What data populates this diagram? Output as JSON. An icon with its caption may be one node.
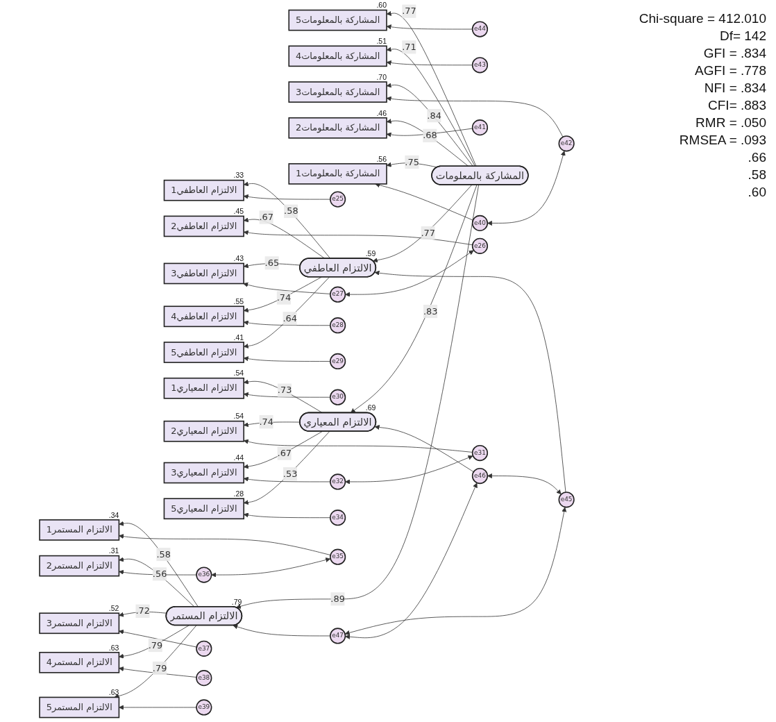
{
  "diagram": {
    "nodes": [
      {
        "text": [
          "الالتزام العاطفي"
        ],
        "beside": [
          ".59"
        ]
      },
      {
        "text": [
          "الالتزام المعياري"
        ],
        "beside": [
          ".69"
        ]
      },
      {
        "text": [
          "الالتزام المستمر"
        ],
        "beside": [
          ".79"
        ]
      },
      {
        "text": [
          "المشاركة بالمعلومات"
        ]
      },
      {
        "text": [
          "الالتزام العاطفي1"
        ],
        "beside": [
          ".33"
        ]
      },
      {
        "text": [
          "الالتزام العاطفي2"
        ],
        "beside": [
          ".45"
        ]
      },
      {
        "text": [
          "الالتزام العاطفي3"
        ],
        "beside": [
          ".43"
        ]
      },
      {
        "text": [
          "الالتزام العاطفي4"
        ],
        "beside": [
          ".55"
        ]
      },
      {
        "text": [
          "الالتزام العاطفي5"
        ],
        "beside": [
          ".41"
        ]
      },
      {
        "text": [
          "الالتزام المعياري1"
        ],
        "beside": [
          ".54"
        ]
      },
      {
        "text": [
          "الالتزام المعياري2"
        ],
        "beside": [
          ".54"
        ]
      },
      {
        "text": [
          "الالتزام المعياري3"
        ],
        "beside": [
          ".44"
        ]
      },
      {
        "text": [
          "الالتزام المعياري5"
        ],
        "beside": [
          ".28"
        ]
      },
      {
        "text": [
          "الالتزام المستمر1"
        ],
        "beside": [
          ".34"
        ]
      },
      {
        "text": [
          "الالتزام المستمر2"
        ],
        "beside": [
          ".31"
        ]
      },
      {
        "text": [
          "الالتزام المستمر3"
        ],
        "beside": [
          ".52"
        ]
      },
      {
        "text": [
          "الالتزام المستمر4"
        ],
        "beside": [
          ".63"
        ]
      },
      {
        "text": [
          "الالتزام المستمر5"
        ],
        "beside": [
          ".63"
        ]
      },
      {
        "text": [
          "المشاركة بالمعلومات5"
        ],
        "beside": [
          ".60"
        ]
      },
      {
        "text": [
          "المشاركة بالمعلومات4"
        ],
        "beside": [
          ".51"
        ]
      },
      {
        "text": [
          "المشاركة بالمعلومات3"
        ],
        "beside": [
          ".70"
        ]
      },
      {
        "text": [
          "المشاركة بالمعلومات2"
        ],
        "beside": [
          ".46"
        ]
      },
      {
        "text": [
          "المشاركة بالمعلومات1"
        ],
        "beside": [
          ".56"
        ]
      },
      {
        "text": [
          "e25"
        ]
      },
      {
        "text": [
          "e26"
        ]
      },
      {
        "text": [
          "e27"
        ]
      },
      {
        "text": [
          "e28"
        ]
      },
      {
        "text": [
          "e29"
        ]
      },
      {
        "text": [
          "e30"
        ]
      },
      {
        "text": [
          "e31"
        ]
      },
      {
        "text": [
          "e32"
        ]
      },
      {
        "text": [
          "e34"
        ]
      },
      {
        "text": [
          "e35"
        ]
      },
      {
        "text": [
          "e36"
        ]
      },
      {
        "text": [
          "e37"
        ]
      },
      {
        "text": [
          "e38"
        ]
      },
      {
        "text": [
          "e39"
        ]
      },
      {
        "text": [
          "e44"
        ]
      },
      {
        "text": [
          "e43"
        ]
      },
      {
        "text": [
          "e42"
        ]
      },
      {
        "text": [
          "e41"
        ]
      },
      {
        "text": [
          "e40"
        ]
      },
      {
        "text": [
          "e45"
        ]
      },
      {
        "text": [
          "e46"
        ]
      },
      {
        "text": [
          "e47"
        ]
      }
    ],
    "edges": [
      {
        "from": 3,
        "to": 0,
        "arrow": "to",
        "label": ".77"
      },
      {
        "from": 3,
        "to": 1,
        "arrow": "to",
        "label": ".83"
      },
      {
        "from": 3,
        "to": 2,
        "arrow": "to",
        "label": ".89"
      },
      {
        "from": 0,
        "to": 4,
        "arrow": "to",
        "label": ".58"
      },
      {
        "from": 0,
        "to": 5,
        "arrow": "to",
        "label": ".67"
      },
      {
        "from": 0,
        "to": 6,
        "arrow": "to",
        "label": ".65"
      },
      {
        "from": 0,
        "to": 7,
        "arrow": "to",
        "label": ".74"
      },
      {
        "from": 0,
        "to": 8,
        "arrow": "to",
        "label": ".64"
      },
      {
        "from": 1,
        "to": 9,
        "arrow": "to",
        "label": ".73"
      },
      {
        "from": 1,
        "to": 10,
        "arrow": "to",
        "label": ".74"
      },
      {
        "from": 1,
        "to": 11,
        "arrow": "to",
        "label": ".67"
      },
      {
        "from": 1,
        "to": 12,
        "arrow": "to",
        "label": ".53"
      },
      {
        "from": 2,
        "to": 13,
        "arrow": "to",
        "label": ".58"
      },
      {
        "from": 2,
        "to": 14,
        "arrow": "to",
        "label": ".56"
      },
      {
        "from": 2,
        "to": 15,
        "arrow": "to",
        "label": ".72"
      },
      {
        "from": 2,
        "to": 16,
        "arrow": "to",
        "label": ".79"
      },
      {
        "from": 2,
        "to": 17,
        "arrow": "to",
        "label": ".79"
      },
      {
        "from": 3,
        "to": 18,
        "arrow": "to",
        "label": ".77"
      },
      {
        "from": 3,
        "to": 19,
        "arrow": "to",
        "label": ".71"
      },
      {
        "from": 3,
        "to": 20,
        "arrow": "to",
        "label": ".84"
      },
      {
        "from": 3,
        "to": 21,
        "arrow": "to",
        "label": ".68"
      },
      {
        "from": 3,
        "to": 22,
        "arrow": "to",
        "label": ".75"
      },
      {
        "from": 23,
        "to": 4,
        "arrow": "to"
      },
      {
        "from": 24,
        "to": 5,
        "arrow": "to"
      },
      {
        "from": 25,
        "to": 6,
        "arrow": "to"
      },
      {
        "from": 26,
        "to": 7,
        "arrow": "to"
      },
      {
        "from": 27,
        "to": 8,
        "arrow": "to"
      },
      {
        "from": 28,
        "to": 9,
        "arrow": "to"
      },
      {
        "from": 29,
        "to": 10,
        "arrow": "to"
      },
      {
        "from": 30,
        "to": 11,
        "arrow": "to"
      },
      {
        "from": 31,
        "to": 12,
        "arrow": "to"
      },
      {
        "from": 32,
        "to": 13,
        "arrow": "to"
      },
      {
        "from": 33,
        "to": 14,
        "arrow": "to"
      },
      {
        "from": 34,
        "to": 15,
        "arrow": "to"
      },
      {
        "from": 35,
        "to": 16,
        "arrow": "to"
      },
      {
        "from": 36,
        "to": 17,
        "arrow": "to"
      },
      {
        "from": 37,
        "to": 18,
        "arrow": "to"
      },
      {
        "from": 38,
        "to": 19,
        "arrow": "to"
      },
      {
        "from": 39,
        "to": 20,
        "arrow": "to"
      },
      {
        "from": 40,
        "to": 21,
        "arrow": "to"
      },
      {
        "from": 41,
        "to": 22,
        "arrow": "to"
      },
      {
        "from": 42,
        "to": 0,
        "arrow": "to"
      },
      {
        "from": 43,
        "to": 1,
        "arrow": "to"
      },
      {
        "from": 44,
        "to": 2,
        "arrow": "to"
      },
      {
        "from": 24,
        "to": 25,
        "arrow": "both"
      },
      {
        "from": 29,
        "to": 30,
        "arrow": "both"
      },
      {
        "from": 32,
        "to": 33,
        "arrow": "both"
      },
      {
        "from": 39,
        "to": 41,
        "arrow": "both"
      },
      {
        "from": 42,
        "to": 43,
        "arrow": "both"
      },
      {
        "from": 42,
        "to": 44,
        "arrow": "both"
      },
      {
        "from": 43,
        "to": 44,
        "arrow": "both"
      }
    ],
    "labels": [
      "Chi-square = 412.010",
      "Df= 142",
      "GFI = .834",
      "AGFI = .778",
      "NFI = .834",
      "CFI= .883",
      "RMR = .050",
      "RMSEA = .093",
      ".66",
      ".58",
      ".60"
    ]
  }
}
